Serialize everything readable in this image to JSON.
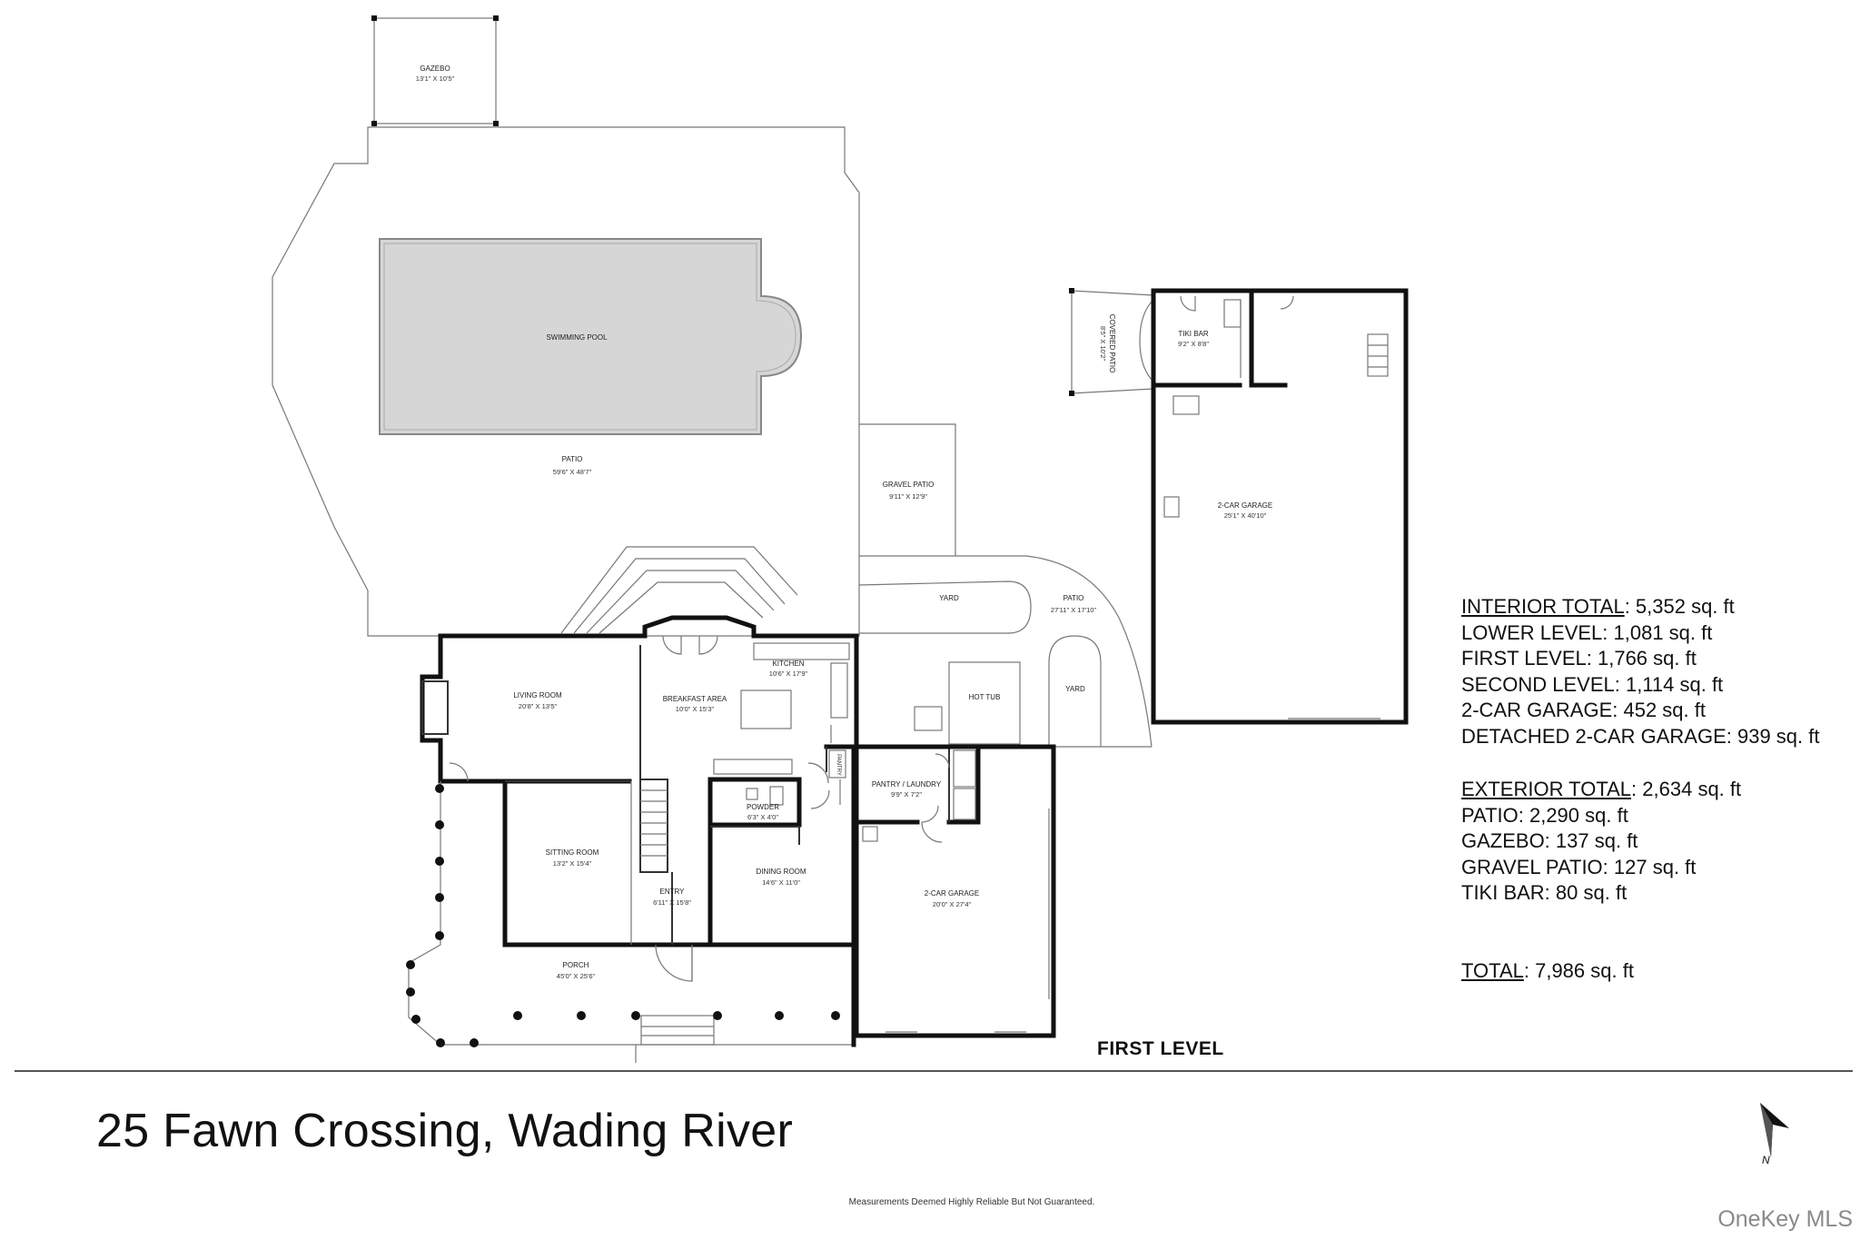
{
  "address": "25 Fawn Crossing, Wading River",
  "level_title": "FIRST LEVEL",
  "disclaimer": "Measurements Deemed Highly Reliable But Not Guaranteed.",
  "watermark": "OneKey MLS",
  "north_label": "N",
  "rooms": {
    "gazebo": {
      "name": "GAZEBO",
      "dim": "13'1\" X 10'5\""
    },
    "pool": {
      "name": "SWIMMING POOL"
    },
    "patio_main": {
      "name": "PATIO",
      "dim": "59'6\" X 48'7\""
    },
    "gravel_patio": {
      "name": "GRAVEL PATIO",
      "dim": "9'11\" X 12'9\""
    },
    "covered_patio": {
      "name": "COVERED PATIO",
      "dim": "8'5\" X 10'2\""
    },
    "tiki_bar": {
      "name": "TIKI BAR",
      "dim": "9'2\" X 8'8\""
    },
    "detached_garage": {
      "name": "2-CAR GARAGE",
      "dim": "25'1\" X 40'10\""
    },
    "yard_top": {
      "name": "YARD"
    },
    "patio_side": {
      "name": "PATIO",
      "dim": "27'11\" X 17'10\""
    },
    "hot_tub": {
      "name": "HOT TUB"
    },
    "yard_side": {
      "name": "YARD"
    },
    "living_room": {
      "name": "LIVING ROOM",
      "dim": "20'8\" X 13'5\""
    },
    "breakfast_area": {
      "name": "BREAKFAST AREA",
      "dim": "10'0\" X 15'3\""
    },
    "kitchen": {
      "name": "KITCHEN",
      "dim": "10'6\" X 17'9\""
    },
    "pantry_small": {
      "name": "PANTRY"
    },
    "pantry_laundry": {
      "name": "PANTRY / LAUNDRY",
      "dim": "9'9\" X 7'2\""
    },
    "powder": {
      "name": "POWDER",
      "dim": "6'3\" X 4'0\""
    },
    "sitting_room": {
      "name": "SITTING ROOM",
      "dim": "13'2\" X 15'4\""
    },
    "entry": {
      "name": "ENTRY",
      "dim": "6'11\" X 15'8\""
    },
    "dining_room": {
      "name": "DINING ROOM",
      "dim": "14'6\" X 11'0\""
    },
    "attached_garage": {
      "name": "2-CAR GARAGE",
      "dim": "20'0\" X 27'4\""
    },
    "porch": {
      "name": "PORCH",
      "dim": "45'0\" X 25'6\""
    }
  },
  "totals": {
    "interior": {
      "label": "INTERIOR TOTAL",
      "value": ": 5,352 sq. ft"
    },
    "interior_items": [
      "LOWER LEVEL: 1,081 sq. ft",
      "FIRST LEVEL: 1,766 sq. ft",
      "SECOND LEVEL: 1,114 sq. ft",
      "2-CAR GARAGE: 452 sq. ft",
      "DETACHED 2-CAR GARAGE: 939 sq. ft"
    ],
    "exterior": {
      "label": "EXTERIOR TOTAL",
      "value": ": 2,634 sq. ft"
    },
    "exterior_items": [
      "PATIO: 2,290 sq. ft",
      "GAZEBO: 137 sq. ft",
      "GRAVEL PATIO: 127 sq. ft",
      "TIKI BAR: 80 sq. ft"
    ],
    "total": {
      "label": "TOTAL",
      "value": ": 7,986 sq. ft"
    }
  }
}
